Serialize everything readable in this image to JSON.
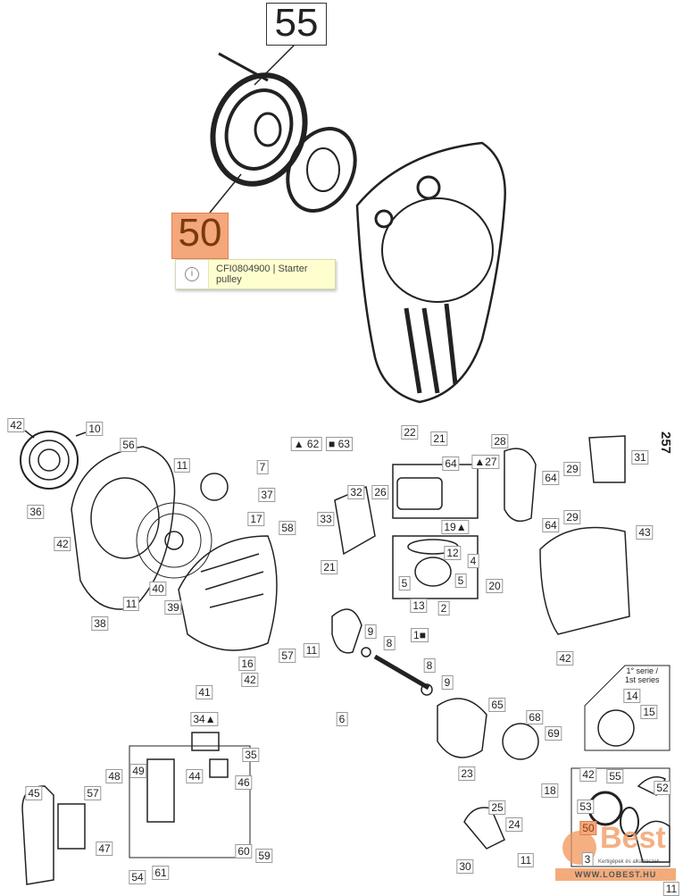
{
  "page_number": "257",
  "highlight": {
    "callout_top": "55",
    "callout_selected": "50"
  },
  "tooltip": {
    "icon": "info-icon",
    "text": "CFI0804900 | Starter pulley"
  },
  "serie_note": {
    "line1": "1° serie /",
    "line2": "1st series"
  },
  "watermark": {
    "brand": "Best",
    "tagline": "Kertigépek és alkatrészek",
    "url": "WWW.LOBEST.HU"
  },
  "colors": {
    "highlight": "#f4a77a",
    "tooltip_bg": "#fffecf",
    "line": "#222222"
  },
  "part_labels": [
    "42",
    "10",
    "56",
    "36",
    "42",
    "11",
    "7",
    "37",
    "17",
    "58",
    "40",
    "11",
    "39",
    "38",
    "16",
    "57",
    "42",
    "41",
    "▲ 62",
    "■ 63",
    "22",
    "21",
    "64",
    "28",
    "▲27",
    "29",
    "64",
    "29",
    "64",
    "31",
    "32",
    "26",
    "33",
    "21",
    "19▲",
    "12",
    "4",
    "5",
    "5",
    "20",
    "2",
    "43",
    "42",
    "9",
    "1■",
    "8",
    "13",
    "11",
    "8",
    "9",
    "6",
    "65",
    "23",
    "68",
    "69",
    "14",
    "15",
    "34▲",
    "35",
    "44",
    "46",
    "48",
    "49",
    "57",
    "45",
    "47",
    "60",
    "59",
    "54",
    "61",
    "25",
    "24",
    "30",
    "11",
    "18",
    "42",
    "55",
    "52",
    "53",
    "50",
    "3",
    "11"
  ]
}
